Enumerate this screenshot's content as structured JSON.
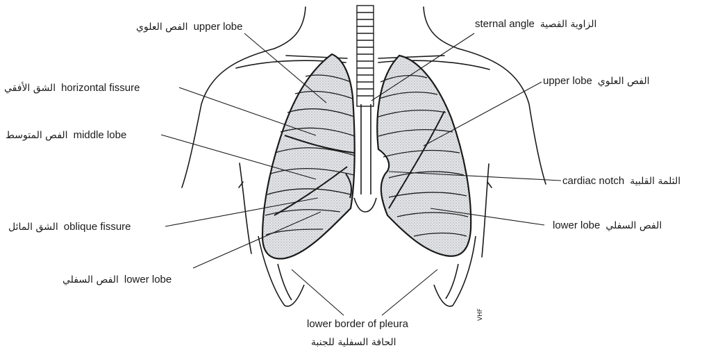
{
  "labels": {
    "upper_lobe_left_en": "upper lobe",
    "upper_lobe_left_ar": "الفص العلوي",
    "sternal_angle_en": "sternal angle",
    "sternal_angle_ar": "الزاوية القصية",
    "horizontal_fissure_en": "horizontal fissure",
    "horizontal_fissure_ar": "الشق الأفقي",
    "upper_lobe_right_en": "upper lobe",
    "upper_lobe_right_ar": "الفص العلوي",
    "middle_lobe_en": "middle lobe",
    "middle_lobe_ar": "الفص المتوسط",
    "cardiac_notch_en": "cardiac notch",
    "cardiac_notch_ar": "الثلمة القلبية",
    "oblique_fissure_en": "oblique fissure",
    "oblique_fissure_ar": "الشق المائل",
    "lower_lobe_right_en": "lower lobe",
    "lower_lobe_right_ar": "الفص السفلي",
    "lower_lobe_left_en": "lower lobe",
    "lower_lobe_left_ar": "الفص السفلي",
    "lower_border_en": "lower border of pleura",
    "lower_border_ar": "الحافة السفلية للجنبة"
  },
  "signature": "VHF",
  "colors": {
    "ink": "#1a1a1a",
    "lung_fill": "#cfd2d6"
  }
}
